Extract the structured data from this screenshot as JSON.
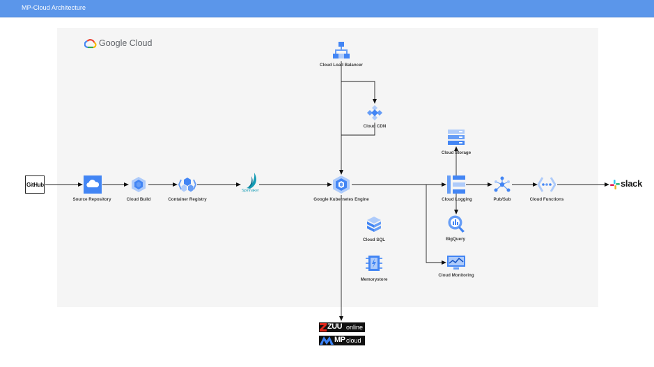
{
  "header": {
    "title": "MP-Cloud Architecture"
  },
  "panel": {
    "logo_text": "Google Cloud"
  },
  "external": {
    "github": "GitHub",
    "slack": "slack",
    "spinnaker": "Spinnaker",
    "zuu": {
      "mark": "ZUU",
      "suffix": "online"
    },
    "mpcloud": {
      "mark": "MP",
      "suffix": "cloud"
    }
  },
  "nodes": {
    "source_repository": "Source Repository",
    "cloud_build": "Cloud Build",
    "container_registry": "Container Registry",
    "gke": "Google Kubernetes Engine",
    "load_balancer": "Cloud Load Balancer",
    "cdn": "Cloud CDN",
    "cloud_sql": "Cloud SQL",
    "memorystore": "Memorystore",
    "cloud_storage": "Cloud Storage",
    "cloud_logging": "Cloud Logging",
    "bigquery": "BigQuery",
    "cloud_monitoring": "Cloud Monitoring",
    "pubsub": "Pub/Sub",
    "cloud_functions": "Cloud Functions"
  },
  "colors": {
    "header": "#5b96ea",
    "panel": "#f5f5f5",
    "gcp_blue_light": "#aecbfa",
    "gcp_blue": "#4285f4",
    "gcp_blue_dark": "#669df6"
  },
  "icons": {
    "source_repository": "cloud-icon",
    "cloud_build": "hexagon-icon",
    "container_registry": "registry-icon",
    "gke": "kubernetes-icon",
    "load_balancer": "load-balancer-icon",
    "cdn": "cdn-icon",
    "cloud_sql": "database-icon",
    "memorystore": "memory-icon",
    "cloud_storage": "storage-icon",
    "cloud_logging": "logging-icon",
    "bigquery": "bigquery-icon",
    "cloud_monitoring": "monitoring-icon",
    "pubsub": "pubsub-icon",
    "cloud_functions": "functions-icon"
  }
}
